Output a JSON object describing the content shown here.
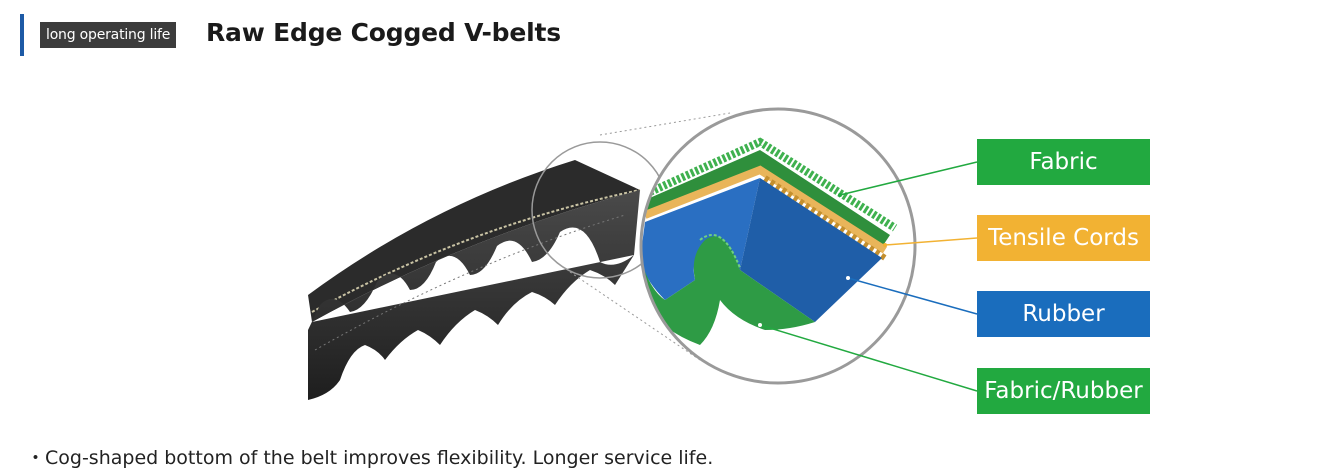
{
  "header": {
    "tag": "long operating life",
    "title": "Raw Edge Cogged V-belts"
  },
  "diagram": {
    "labels": {
      "fabric": "Fabric",
      "tensile_cords": "Tensile Cords",
      "rubber": "Rubber",
      "fabric_rubber": "Fabric/Rubber"
    },
    "colors": {
      "fabric": "#22a940",
      "tensile_cords": "#f2b233",
      "rubber": "#1a6dbd",
      "accent_bar": "#1d5aa6"
    }
  },
  "description": "・Cog-shaped bottom of the belt improves flexibility. Longer service life."
}
